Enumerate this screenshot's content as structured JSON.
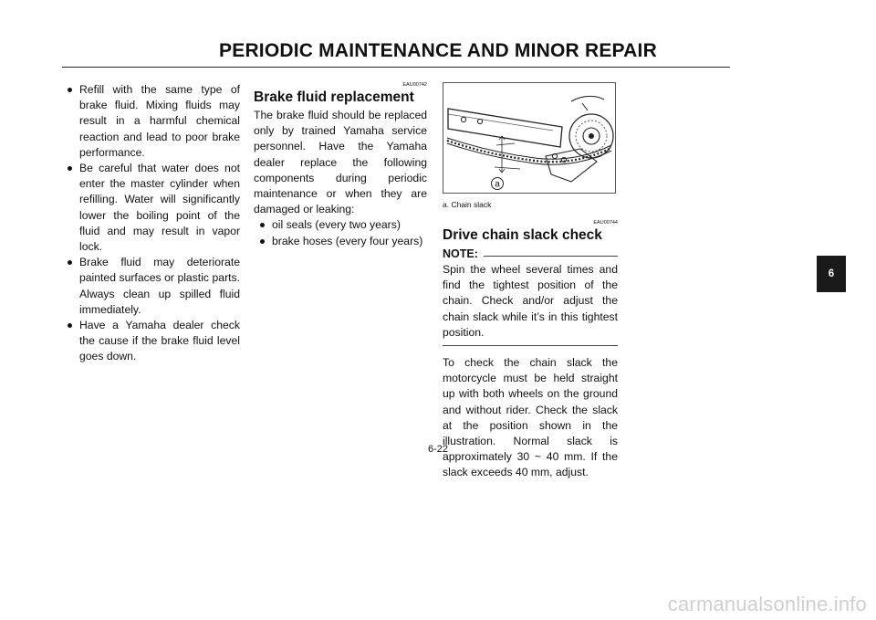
{
  "page": {
    "title": "PERIODIC MAINTENANCE AND MINOR REPAIR",
    "page_number": "6-22",
    "chapter_tab": "6",
    "watermark": "carmanualsonline.info"
  },
  "col1": {
    "bullets": [
      "Refill with the same type of brake fluid. Mixing fluids may result in a harmful chemical reaction and lead to poor brake performance.",
      "Be careful that water does not enter the master cylinder when refilling. Water will significantly lower the boiling point of the fluid and may result in vapor lock.",
      "Brake fluid may deteriorate painted surfaces or plastic parts. Always clean up spilled fluid immediately.",
      "Have a Yamaha dealer check the cause if the brake fluid level goes down."
    ]
  },
  "col2": {
    "code": "EAU00742",
    "heading": "Brake fluid replacement",
    "body": "The brake fluid should be replaced only by trained Yamaha service personnel. Have the Yamaha dealer replace the following components during periodic maintenance or when they are damaged or leaking:",
    "bullets": [
      "oil seals (every two years)",
      "brake hoses (every four years)"
    ]
  },
  "col3": {
    "figure_callout": "a",
    "caption": "a. Chain slack",
    "code": "EAU00744",
    "heading": "Drive chain slack check",
    "note_label": "NOTE:",
    "note_text": "Spin the wheel several times and find the tightest position of the chain. Check and/or adjust the chain slack while it’s in this tightest position.",
    "body": "To check the chain slack the motorcycle must be held straight up with both wheels on the ground and without rider. Check the slack at the position shown in the illustration. Normal slack is approximately 30 ~ 40 mm. If the slack exceeds 40 mm, adjust."
  }
}
